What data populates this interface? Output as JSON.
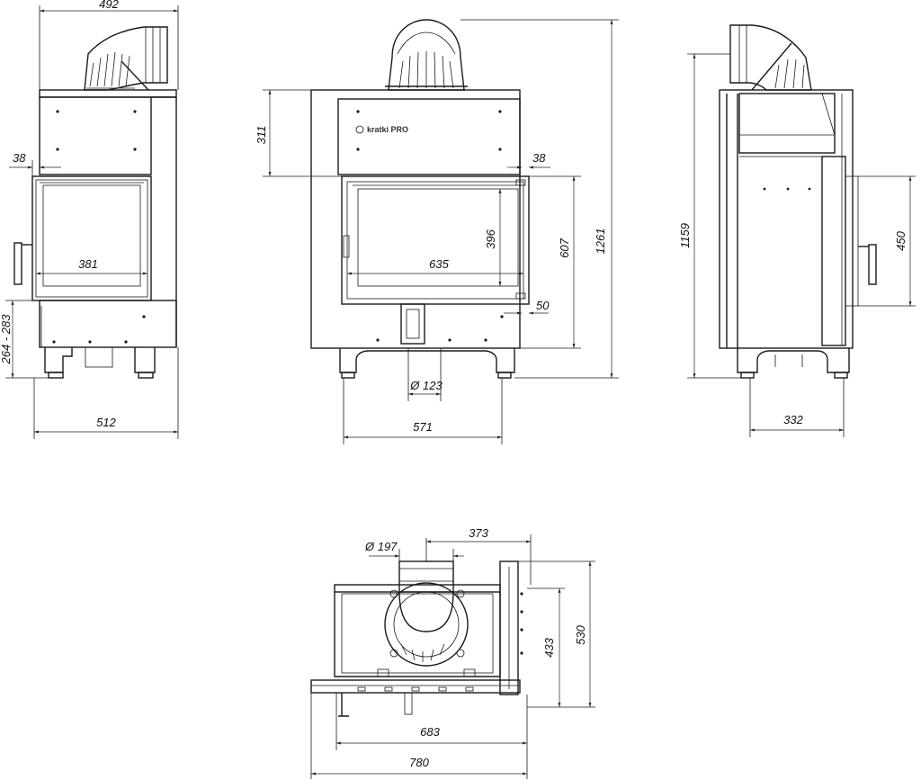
{
  "title": "",
  "views": {
    "left": {
      "dims": {
        "top_width": "492",
        "frame_gap": "38",
        "glass_width": "381",
        "leg_height": "264 - 283",
        "base_width": "512"
      }
    },
    "front": {
      "brand": "kratki PRO",
      "dims": {
        "hood_height": "311",
        "frame_gap": "38",
        "glass_height": "396",
        "door_height": "607",
        "total_height": "1261",
        "glass_width": "635",
        "side_gap": "50",
        "air_inlet": "Ø 123",
        "base_width": "571"
      }
    },
    "side": {
      "dims": {
        "body_height": "1159",
        "door_height": "450",
        "depth": "332"
      }
    },
    "top": {
      "dims": {
        "flue_diameter": "Ø 197",
        "flue_offset": "373",
        "inner_depth": "433",
        "outer_depth": "530",
        "inner_width": "683",
        "outer_width": "780"
      }
    }
  }
}
